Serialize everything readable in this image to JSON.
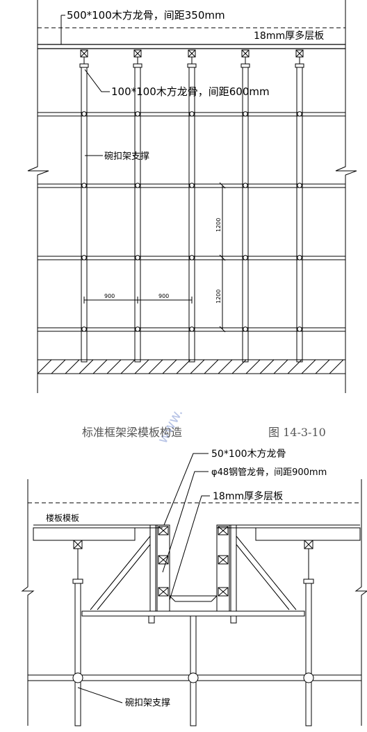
{
  "top_diagram": {
    "callout_joist_500x100": "500*100木方龙骨，间距350mm",
    "callout_plywood": "18mm厚多层板",
    "callout_joist_100x100": "100*100木方龙骨，间距600mm",
    "callout_support": "碗扣架支撑",
    "dim_vertical_1": "1200",
    "dim_vertical_2": "1200",
    "dim_horizontal_1": "900",
    "dim_horizontal_2": "900"
  },
  "caption": {
    "title": "标准框架梁模板构造",
    "figure_number": "图 14-3-10"
  },
  "watermark": "www.",
  "bottom_diagram": {
    "callout_joist_50x100": "50*100木方龙骨",
    "callout_steel_pipe": "φ48钢管龙骨，间距900mm",
    "callout_plywood": "18mm厚多层板",
    "label_floor_formwork": "楼板模板",
    "callout_support": "碗扣架支撑"
  }
}
